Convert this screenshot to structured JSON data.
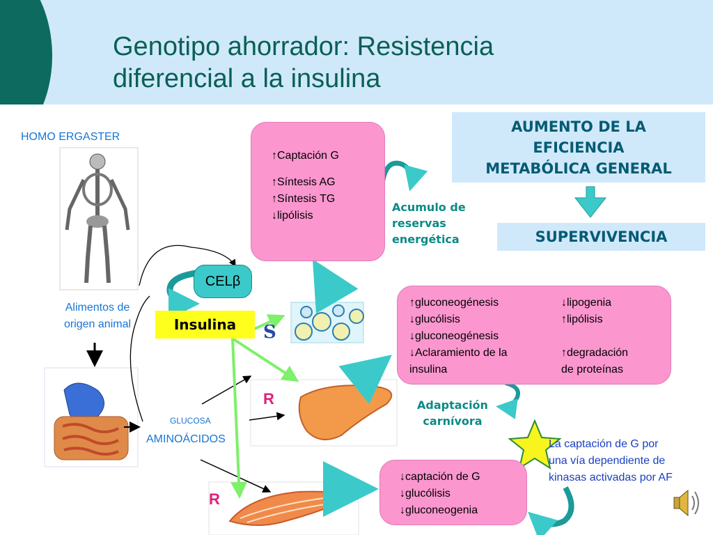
{
  "title_line1": "Genotipo ahorrador: Resistencia",
  "title_line2": "diferencial a la insulina",
  "homo_label": "HOMO ERGASTER",
  "food_label_1": "Alimentos de",
  "food_label_2": "origen animal",
  "glucosa_label": "GLUCOSA",
  "aminoacidos_label": "AMINOÁCIDOS",
  "cel_label": "CELβ",
  "insulina_label": "Insulina",
  "s_label": "S",
  "r_liver_label": "R",
  "r_muscle_label": "R",
  "adipose_box": [
    "↑Captación G",
    "",
    "↑Síntesis AG",
    "↑Síntesis TG",
    "↓lipólisis"
  ],
  "acumulo_lines": [
    "Acumulo de",
    "reservas",
    "energética"
  ],
  "aumento_lines": [
    "AUMENTO DE LA",
    "EFICIENCIA",
    "METABÓLICA GENERAL"
  ],
  "supervivencia": "SUPERVIVENCIA",
  "liver_box_left": [
    "↑gluconeogénesis",
    "↓glucólisis",
    "↓gluconeogénesis",
    "↓Aclaramiento de la",
    "insulina"
  ],
  "liver_box_right": [
    "↓lipogenia",
    "↑lipólisis",
    "",
    "↑degradación",
    "de proteínas"
  ],
  "adaptacion_lines": [
    "Adaptación",
    "carnívora"
  ],
  "muscle_box": [
    "↓captación de G",
    "↓glucólisis",
    "↓gluconeogenia"
  ],
  "star_note_lines": [
    "La captación de G por",
    "una vía dependiente de",
    "kinasas activadas por AF"
  ],
  "colors": {
    "title": "#0b5f55",
    "pink": "#fb96cf",
    "teal_arrow": "#3cc9c9",
    "green_arrow": "#7ef06a",
    "header_bg": "#cfe9fb"
  }
}
